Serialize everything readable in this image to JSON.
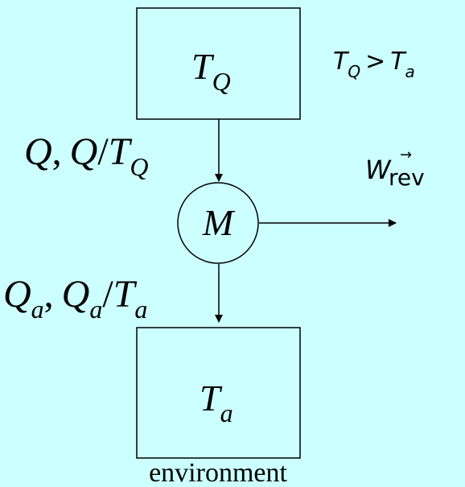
{
  "reservoirs": {
    "hot": {
      "symbol": "T",
      "subscript": "Q"
    },
    "ambient": {
      "symbol": "T",
      "subscript": "a"
    }
  },
  "engine": {
    "symbol": "M"
  },
  "condition": {
    "lhs_symbol": "T",
    "lhs_subscript": "Q",
    "operator": ">",
    "rhs_symbol": "T",
    "rhs_subscript": "a"
  },
  "heat_in": {
    "heat": "Q",
    "separator": ",",
    "entropy_numerator": "Q",
    "entropy_slash": "/",
    "entropy_denominator": "T",
    "entropy_denominator_subscript": "Q"
  },
  "heat_out": {
    "heat": "Q",
    "heat_subscript": "a",
    "separator": ",",
    "entropy_numerator": "Q",
    "entropy_numerator_subscript": "a",
    "entropy_slash": "/",
    "entropy_denominator": "T",
    "entropy_denominator_subscript": "a"
  },
  "work": {
    "symbol": "W",
    "vector_mark": "→",
    "subscript": "rev"
  },
  "caption": "environment"
}
